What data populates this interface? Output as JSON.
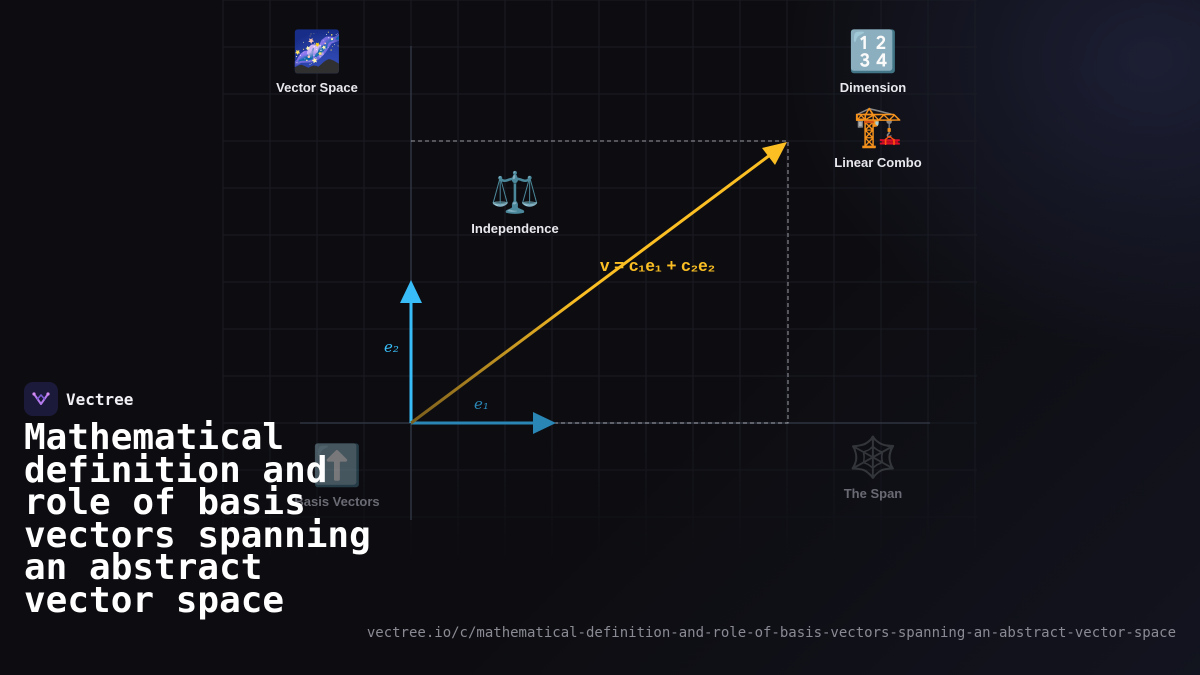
{
  "diagram": {
    "concepts": {
      "vector_space": {
        "glyph": "🌌",
        "label": "Vector Space"
      },
      "dimension": {
        "glyph": "🔢",
        "label": "Dimension"
      },
      "linear_combo": {
        "glyph": "🏗️",
        "label": "Linear Combo"
      },
      "independence": {
        "glyph": "⚖️",
        "label": "Independence"
      },
      "basis_vectors": {
        "glyph": "⬆️",
        "label": "Basis Vectors"
      },
      "the_span": {
        "glyph": "🕸️",
        "label": "The Span"
      }
    },
    "vectors": {
      "e1_label": "e₁",
      "e2_label": "e₂",
      "formula": "v = c₁e₁ + c₂e₂"
    },
    "colors": {
      "e1": "#2a86b5",
      "e2": "#38bdf8",
      "v": "#fbbf24",
      "grid": "#1a1c24",
      "axis": "#2e3440"
    }
  },
  "brand": {
    "name": "Vectree",
    "logo_icon": "branching-vector-icon"
  },
  "headline": "Mathematical definition and role of basis vectors spanning an abstract vector space",
  "url": "vectree.io/c/mathematical-definition-and-role-of-basis-vectors-spanning-an-abstract-vector-space"
}
